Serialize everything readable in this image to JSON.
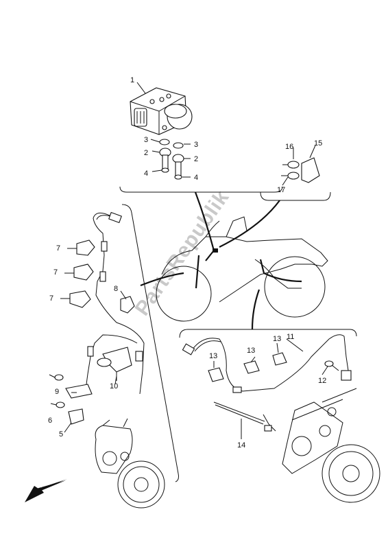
{
  "callouts": {
    "c1": "1",
    "c2a": "2",
    "c2b": "2",
    "c3a": "3",
    "c3b": "3",
    "c4a": "4",
    "c4b": "4",
    "c5": "5",
    "c6": "6",
    "c7a": "7",
    "c7b": "7",
    "c7c": "7",
    "c8": "8",
    "c9": "9",
    "c10": "10",
    "c11": "11",
    "c12": "12",
    "c13a": "13",
    "c13b": "13",
    "c13c": "13",
    "c14": "14",
    "c15": "15",
    "c16": "16",
    "c17": "17"
  },
  "watermark": "PartsRepublik",
  "arrow_icon": "direction-arrow-icon"
}
